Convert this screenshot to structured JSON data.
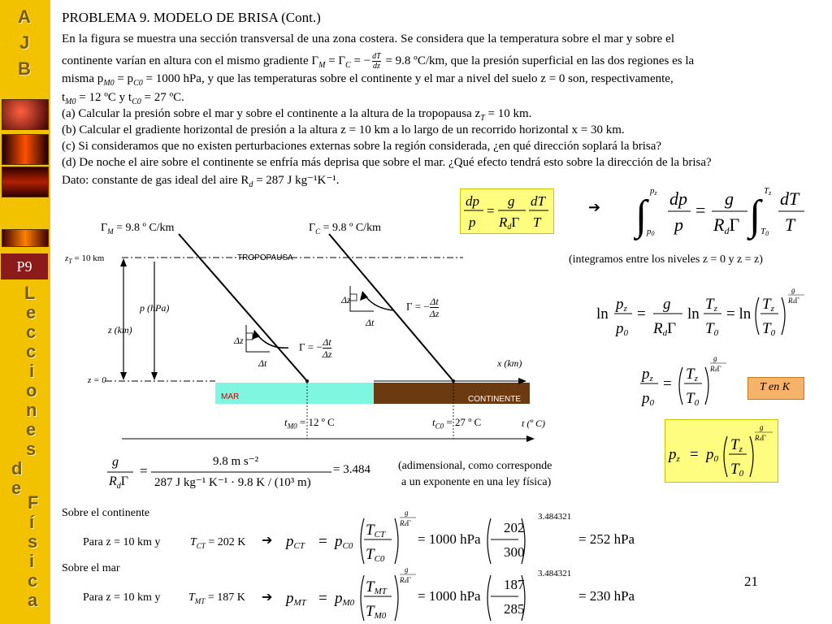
{
  "sidebar": {
    "letters": [
      "A",
      "J",
      "B",
      "L",
      "e",
      "c",
      "c",
      "i",
      "o",
      "n",
      "e",
      "s",
      "d",
      "e",
      "F",
      "í",
      "s",
      "i",
      "c",
      "a"
    ],
    "badge": "P9"
  },
  "title": "PROBLEMA 9. MODELO DE BRISA (Cont.)",
  "intro_lines": [
    "En la figura se muestra una sección transversal de una zona costera. Se considera que la temperatura sobre el mar y sobre el",
    "continente varían en altura con el mismo gradiente Γ",
    "misma p",
    "t"
  ],
  "intro": {
    "l1": "En la figura se muestra una sección transversal de una zona costera. Se considera que la temperatura sobre el mar y sobre el",
    "l2a": "continente varían en altura con el mismo gradiente Γ",
    "l2b": " = Γ",
    "l2c": " = −",
    "l2d": " = 9.8 ºC/km, que la presión superficial en las dos regiones es la",
    "l3a": "misma p",
    "l3b": " = p",
    "l3c": " = 1000 hPa, y que las temperaturas sobre el continente y el mar a nivel del suelo z = 0 son, respectivamente,",
    "l4a": "t",
    "l4b": " = 12 ºC  y t",
    "l4c": " = 27 ºC.",
    "frac_num": "dT",
    "frac_den": "dz"
  },
  "questions": {
    "a": "(a)  Calcular la presión sobre el mar y sobre el continente a la altura de la tropopausa z",
    "a_end": " = 10 km.",
    "b": "(b) Calcular el gradiente horizontal de presión a la altura z = 10 km a lo largo de un recorrido horizontal x = 30 km.",
    "c": "(c) Si consideramos que no existen perturbaciones externas sobre la región considerada, ¿en qué dirección soplará la brisa?",
    "d": "(d) De noche el aire sobre el continente se enfría más deprisa que sobre el mar. ¿Qué efecto tendrá esto sobre la dirección de la brisa?",
    "dato": "Dato: constante de gas ideal del aire R",
    "dato_end": " = 287  J kg⁻¹K⁻¹."
  },
  "diagram": {
    "gamma_m": "Γ",
    "gamma_m_value": " = 9.8 º C/km",
    "gamma_c_value": " = 9.8 º C/km",
    "zt_label": " = 10 km",
    "tropopausa": "TROPOPAUSA",
    "p_label": "p (hPa)",
    "z_label": "z (km)",
    "z0_label": "z = 0",
    "x_label": "x (km)",
    "t_label": "t (º C)",
    "mar": "MAR",
    "continente": "CONTINENTE",
    "tm0": " = 12 º C",
    "tc0": " = 27 º C",
    "gamma_eq": "Γ = −",
    "delta_t": "Δt",
    "delta_z": "Δz",
    "colors": {
      "mar": "#7ff7e0",
      "continente": "#6b3a10",
      "labels_red": "#cc0000"
    }
  },
  "formulas": {
    "integrate_note": "(integramos entre los niveles z = 0 y z = z)",
    "t_en_k": "T en K",
    "exponent_numeric": "9.8 m s⁻²",
    "exponent_denominator": "287 J kg⁻¹ K⁻¹ · 9.8 K / (10³ m)",
    "exponent_result": "= 3.484",
    "adimensional": "(adimensional, como corresponde",
    "adimensional2": "a un exponente en una ley física)",
    "sobre_continente": "Sobre el continente",
    "sobre_mar": "Sobre el mar",
    "para_cont": "Para z = 10 km y",
    "tct": " = 202 K",
    "tmt": " = 187 K",
    "exp_value": "3.484321",
    "hpa1000": "= 1000 hPa",
    "frac_c_num": "202",
    "frac_c_den": "300",
    "frac_m_num": "187",
    "frac_m_den": "285",
    "result_c": "= 252 hPa",
    "result_m": "= 230 hPa"
  },
  "page_number": "21"
}
